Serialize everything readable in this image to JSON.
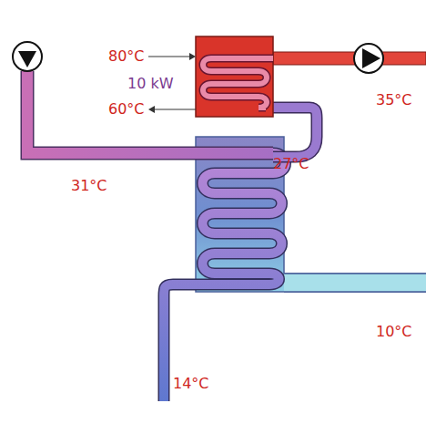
{
  "diagram": {
    "labels": [
      "80°C",
      "10 kW",
      "60°C",
      "35°C",
      "27°C",
      "31°C",
      "10°C",
      "14°C"
    ]
  }
}
